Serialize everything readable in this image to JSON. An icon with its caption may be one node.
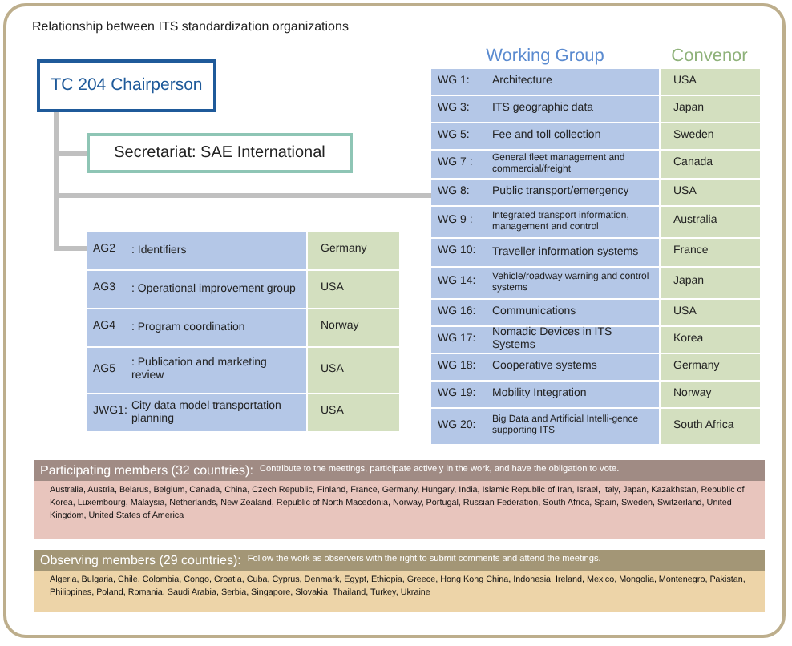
{
  "diagram": {
    "title": "Relationship between ITS standardization organizations",
    "nodes": [
      {
        "text": [
          "TC 204 Chairperson"
        ]
      },
      {
        "text": [
          "Secretariat: SAE International"
        ]
      },
      {
        "text": [
          "Working Group",
          "Convenor"
        ]
      },
      {
        "text": [
          "WG 1:",
          "Architecture",
          "USA"
        ],
        "in": 2
      },
      {
        "text": [
          "WG 3:",
          "ITS geographic data",
          "Japan"
        ],
        "in": 2
      },
      {
        "text": [
          "WG 5:",
          "Fee and toll collection",
          "Sweden"
        ],
        "in": 2
      },
      {
        "text": [
          "WG 7 :",
          "General fleet management and commercial/freight",
          "Canada"
        ],
        "in": 2
      },
      {
        "text": [
          "WG 8:",
          "Public transport/emergency",
          "USA"
        ],
        "in": 2
      },
      {
        "text": [
          "WG 9 :",
          "Integrated transport information, management and control",
          "Australia"
        ],
        "in": 2
      },
      {
        "text": [
          "WG 10:",
          "Traveller information systems",
          "France"
        ],
        "in": 2
      },
      {
        "text": [
          "WG 14:",
          "Vehicle/roadway warning and control systems",
          "Japan"
        ],
        "in": 2
      },
      {
        "text": [
          "WG 16:",
          "Communications",
          "USA"
        ],
        "in": 2
      },
      {
        "text": [
          "WG 17:",
          "Nomadic Devices in ITS Systems",
          "Korea"
        ],
        "in": 2
      },
      {
        "text": [
          "WG 18:",
          "Cooperative systems",
          "Germany"
        ],
        "in": 2
      },
      {
        "text": [
          "WG 19:",
          "Mobility Integration",
          "Norway"
        ],
        "in": 2
      },
      {
        "text": [
          "WG 20:",
          "Big Data and Artificial Intelli-gence supporting ITS",
          "South Africa"
        ],
        "in": 2
      },
      {
        "text": [],
        "shape": "box"
      },
      {
        "text": [
          "AG2",
          ": Identifiers",
          "Germany"
        ],
        "in": 16
      },
      {
        "text": [
          "AG3",
          ": Operational improvement group",
          "USA"
        ],
        "in": 16
      },
      {
        "text": [
          "AG4",
          ": Program coordination",
          "Norway"
        ],
        "in": 16
      },
      {
        "text": [
          "AG5",
          ": Publication and marketing review",
          "USA"
        ],
        "in": 16
      },
      {
        "text": [
          "JWG1:",
          "City data model transportation planning",
          "USA"
        ],
        "in": 16
      },
      {
        "text": [
          "Participating members (32 countries):",
          "Contribute to the meetings, participate actively in the work, and have the obligation to vote.",
          "Australia, Austria, Belarus, Belgium, Canada, China, Czech Republic, Finland, France, Germany, Hungary, India, Islamic Republic of Iran, Israel, Italy, Japan, Kazakhstan, Republic of Korea, Luxembourg, Malaysia, Netherlands, New Zealand, Republic of North Macedonia, Norway, Portugal, Russian Federation, South Africa, Spain, Sweden, Switzerland, United Kingdom, United States of America"
        ]
      },
      {
        "text": [
          "Observing members (29 countries):",
          "Follow the work as observers with the right to submit comments and attend the meetings.",
          "Algeria, Bulgaria, Chile, Colombia, Congo, Croatia, Cuba, Cyprus, Denmark, Egypt, Ethiopia, Greece, Hong Kong China, Indonesia, Ireland, Mexico, Mongolia, Montenegro, Pakistan, Philippines, Poland, Romania, Saudi Arabia, Serbia, Singapore, Slovakia, Thailand, Turkey, Ukraine"
        ]
      }
    ],
    "edges": [
      {
        "from": 0,
        "to": 1,
        "arrow": "none"
      },
      {
        "from": 0,
        "to": 2,
        "arrow": "none"
      },
      {
        "from": 0,
        "to": 16,
        "arrow": "none"
      }
    ]
  }
}
